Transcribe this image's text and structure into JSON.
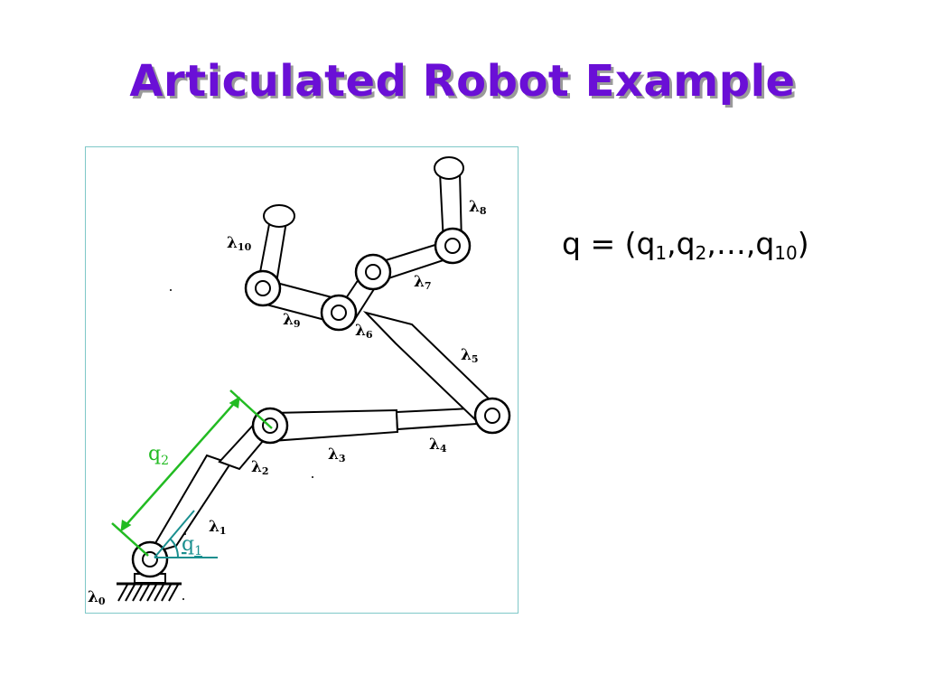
{
  "title": "Articulated Robot Example",
  "figure": {
    "link_labels": [
      {
        "letter": "λ",
        "sub": "0"
      },
      {
        "letter": "λ",
        "sub": "1"
      },
      {
        "letter": "λ",
        "sub": "2"
      },
      {
        "letter": "λ",
        "sub": "3"
      },
      {
        "letter": "λ",
        "sub": "4"
      },
      {
        "letter": "λ",
        "sub": "5"
      },
      {
        "letter": "λ",
        "sub": "6"
      },
      {
        "letter": "λ",
        "sub": "7"
      },
      {
        "letter": "λ",
        "sub": "8"
      },
      {
        "letter": "λ",
        "sub": "9"
      },
      {
        "letter": "λ",
        "sub": "10"
      }
    ],
    "q2_label": {
      "letter": "q",
      "sub": "2"
    },
    "q1_label": {
      "letter": "q",
      "sub": "1"
    },
    "colors": {
      "q2_dimension": "#22bb22",
      "q1_angle": "#1a8f8f",
      "frame_border": "#7fc8c8",
      "title": "#6a0fd6"
    }
  },
  "equation": {
    "lhs": "q",
    "eq": " = (",
    "t1": "q",
    "s1": "1",
    "c1": ",",
    "t2": "q",
    "s2": "2",
    "mid": ",…,",
    "t3": "q",
    "s3": "10",
    "close": ")"
  }
}
